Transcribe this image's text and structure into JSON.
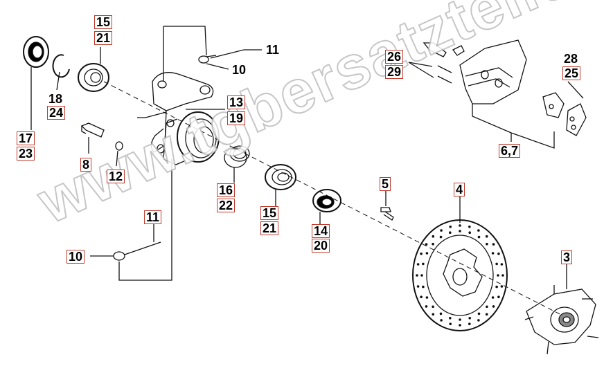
{
  "watermark": "www.tgbersatzteile.de",
  "callouts": {
    "c15a": "15",
    "c21a": "21",
    "c11a": "11",
    "c10a": "10",
    "c13": "13",
    "c19": "19",
    "c18": "18",
    "c24": "24",
    "c17": "17",
    "c23": "23",
    "c8": "8",
    "c12": "12",
    "c16": "16",
    "c22": "22",
    "c15b": "15",
    "c21b": "21",
    "c14": "14",
    "c20": "20",
    "c11b": "11",
    "c10b": "10",
    "c5": "5",
    "c4": "4",
    "c3": "3",
    "c26": "26",
    "c29": "29",
    "c28": "28",
    "c25": "25",
    "c67": "6,7"
  }
}
